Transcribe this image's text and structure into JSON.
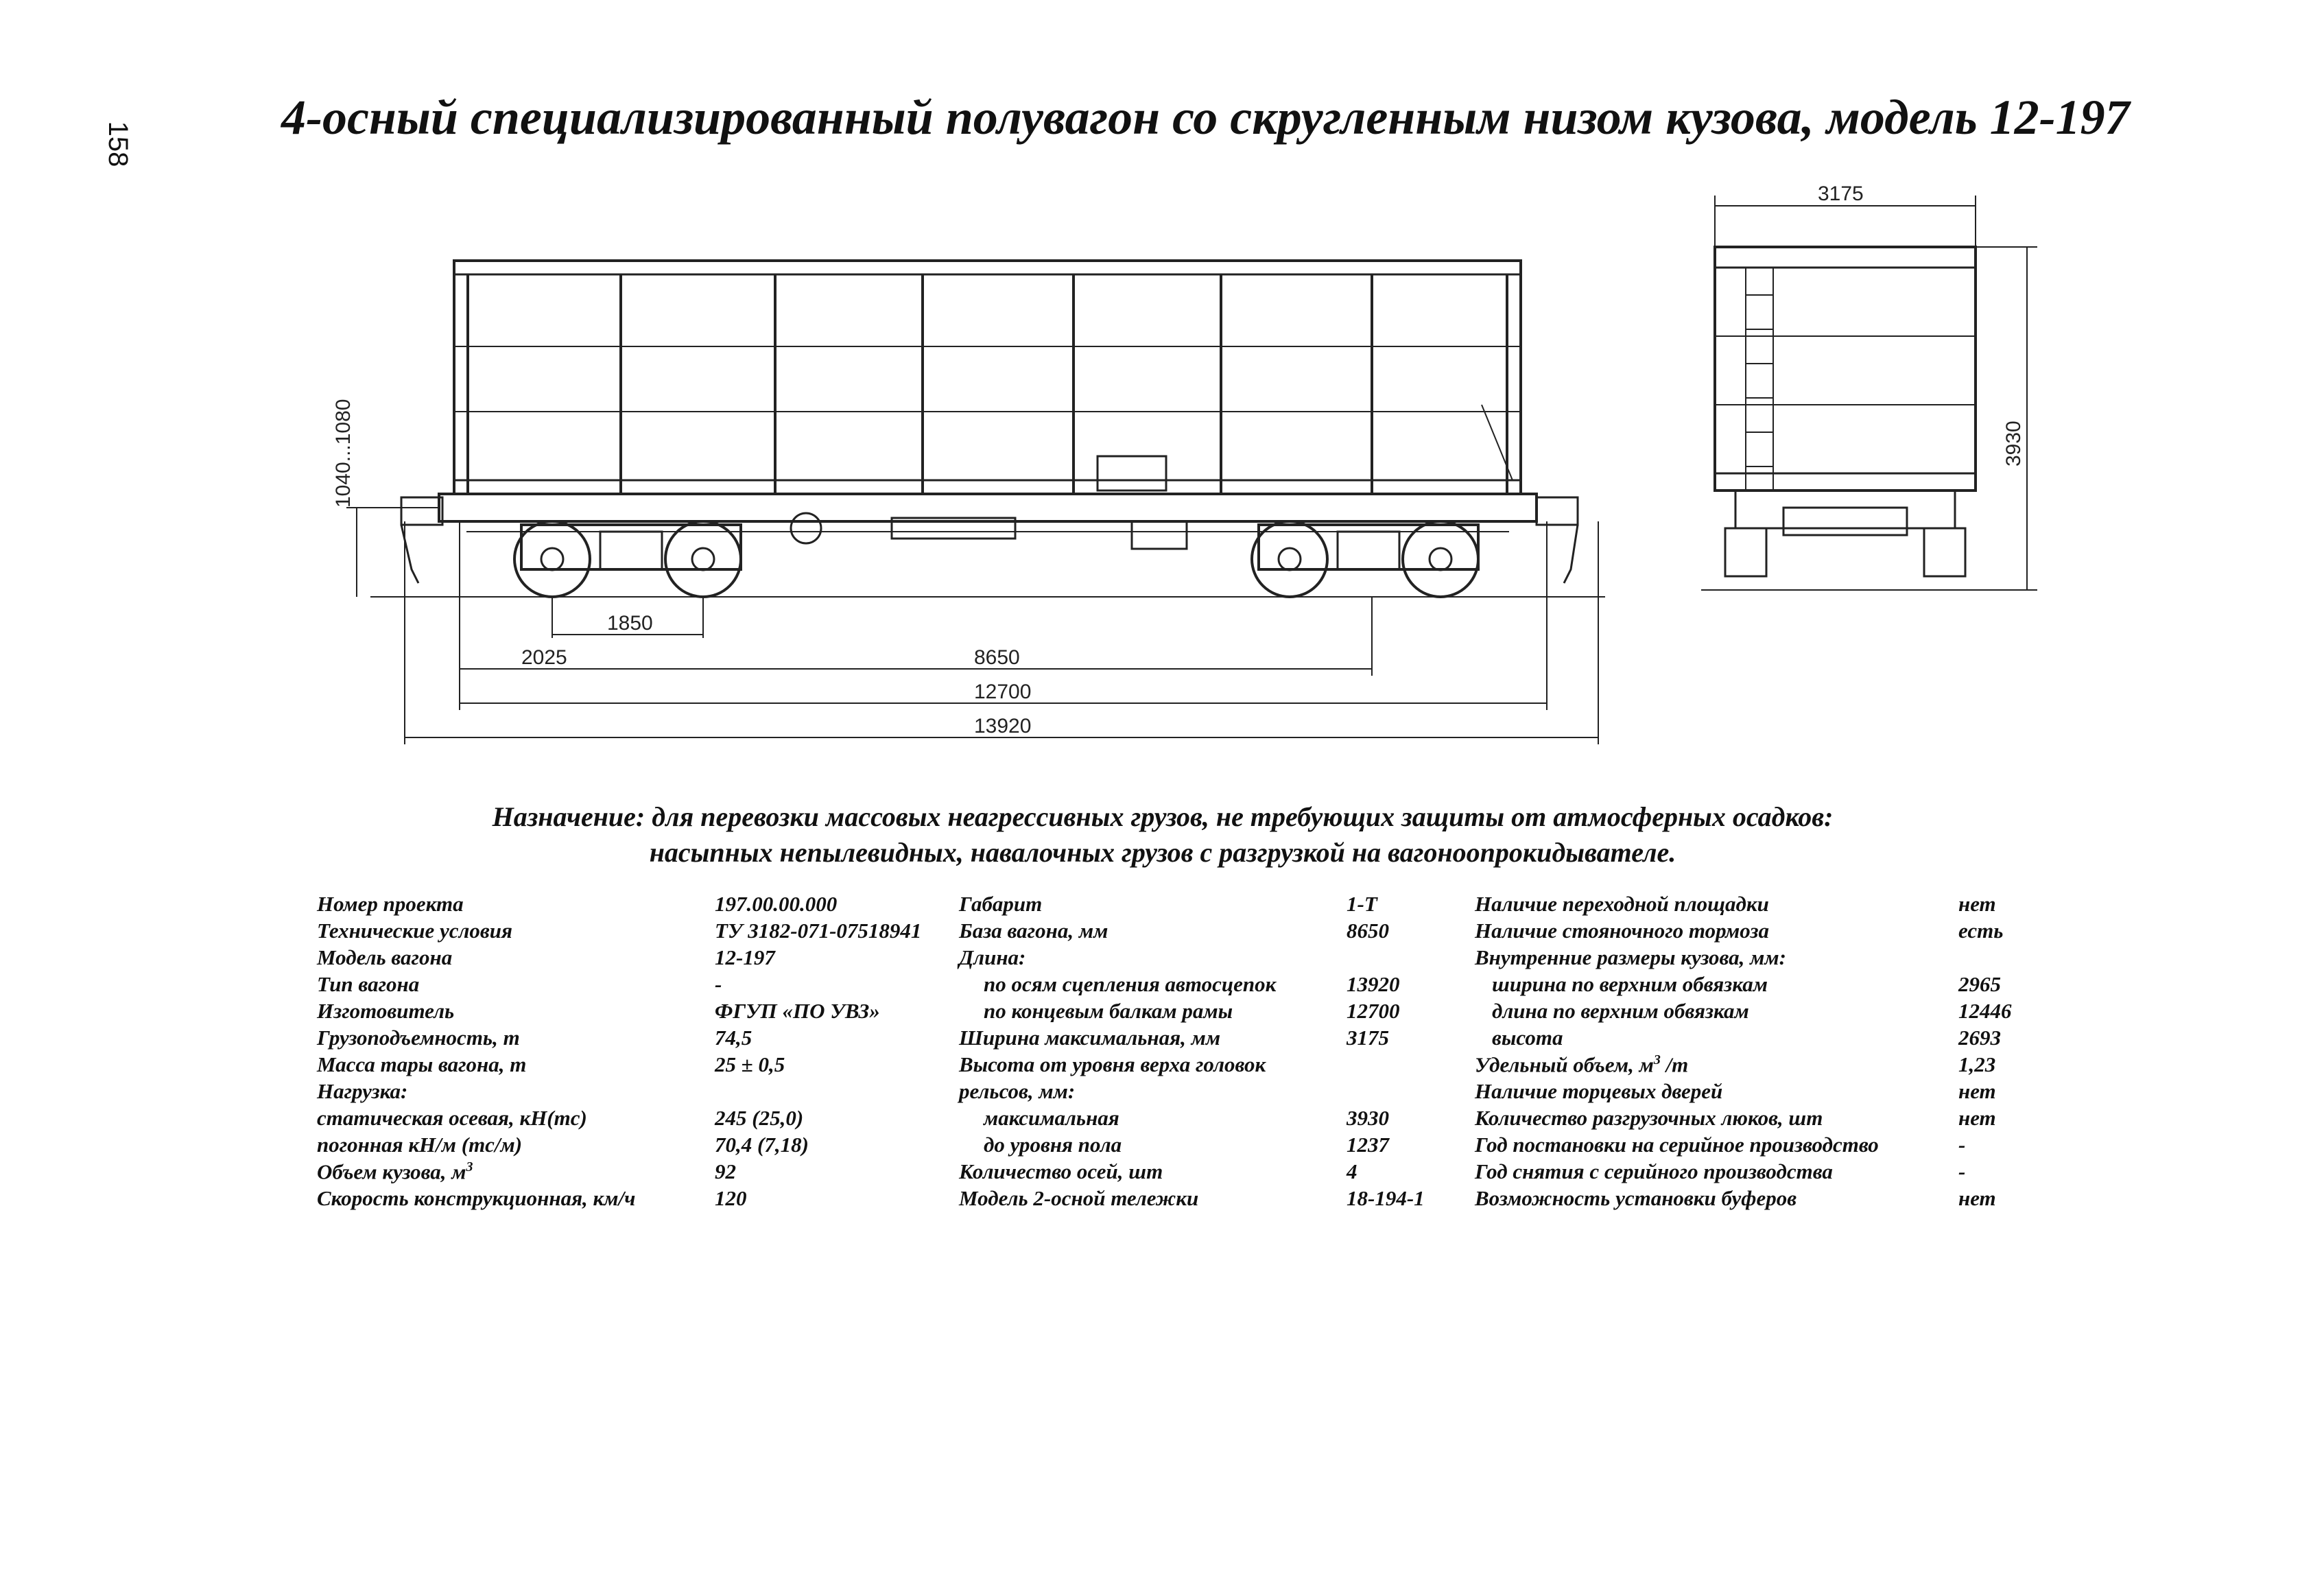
{
  "page_number": "158",
  "title": "4-осный  специализированный полувагон со скругленным низом кузова,  модель 12-197",
  "drawing": {
    "dimensions": {
      "height_side": "1040...1080",
      "bogie_base": "1850",
      "overhang": "2025",
      "car_base": "8650",
      "frame_length": "12700",
      "coupler_length": "13920",
      "width": "3175",
      "height": "3930"
    }
  },
  "purpose": {
    "line1": "Назначение: для перевозки массовых неагрессивных грузов, не требующих защиты от атмосферных осадков:",
    "line2": "насыпных непылевидных, навалочных грузов с разгрузкой на вагоноопрокидывателе."
  },
  "specs": {
    "col1": [
      {
        "label": "Номер проекта",
        "value": "197.00.00.000"
      },
      {
        "label": "Технические условия",
        "value": "ТУ 3182-071-07518941"
      },
      {
        "label": "Модель вагона",
        "value": "12-197"
      },
      {
        "label": "Тип вагона",
        "value": "-"
      },
      {
        "label": "Изготовитель",
        "value": "ФГУП «ПО УВЗ»"
      },
      {
        "label": "Грузоподъемность, т",
        "value": "74,5"
      },
      {
        "label": "Масса тары вагона, т",
        "value": "25 ± 0,5"
      },
      {
        "label": "Нагрузка:",
        "value": ""
      },
      {
        "label": "статическая осевая, кН(тс)",
        "value": "245 (25,0)"
      },
      {
        "label": "погонная кН/м (тс/м)",
        "value": "70,4 (7,18)"
      },
      {
        "label": "Объем кузова, м",
        "sup": "3",
        "value": "92"
      },
      {
        "label": "Скорость конструкционная, км/ч",
        "value": "120"
      }
    ],
    "col2": [
      {
        "label": "Габарит",
        "value": "1-Т"
      },
      {
        "label": "База вагона, мм",
        "value": "8650"
      },
      {
        "label": "Длина:",
        "value": ""
      },
      {
        "label": "по осям сцепления автосцепок",
        "value": "13920"
      },
      {
        "label": "по концевым балкам рамы",
        "value": "12700"
      },
      {
        "label": "Ширина максимальная, мм",
        "value": "3175"
      },
      {
        "label": "Высота от уровня верха головок",
        "value": ""
      },
      {
        "label": "рельсов, мм:",
        "value": ""
      },
      {
        "label": "максимальная",
        "value": "3930"
      },
      {
        "label": "до уровня пола",
        "value": "1237"
      },
      {
        "label": "Количество осей, шт",
        "value": "4"
      },
      {
        "label": "Модель 2-осной тележки",
        "value": "18-194-1"
      }
    ],
    "col3": [
      {
        "label": "Наличие переходной площадки",
        "value": "нет"
      },
      {
        "label": "Наличие стояночного тормоза",
        "value": "есть"
      },
      {
        "label": "Внутренние размеры кузова, мм:",
        "value": ""
      },
      {
        "label": "ширина по верхним обвязкам",
        "value": "2965"
      },
      {
        "label": "длина по верхним обвязкам",
        "value": "12446"
      },
      {
        "label": "высота",
        "value": "2693"
      },
      {
        "label": "Удельный объем, м",
        "sup": "3",
        "label_tail": " /т",
        "value": "1,23"
      },
      {
        "label": "Наличие торцевых дверей",
        "value": "нет"
      },
      {
        "label": "Количество разгрузочных люков, шт",
        "value": "нет"
      },
      {
        "label": "Год постановки на серийное производство",
        "value": "-"
      },
      {
        "label": "Год снятия с серийного производства",
        "value": "-"
      },
      {
        "label": "Возможность установки буферов",
        "value": "нет"
      }
    ]
  }
}
